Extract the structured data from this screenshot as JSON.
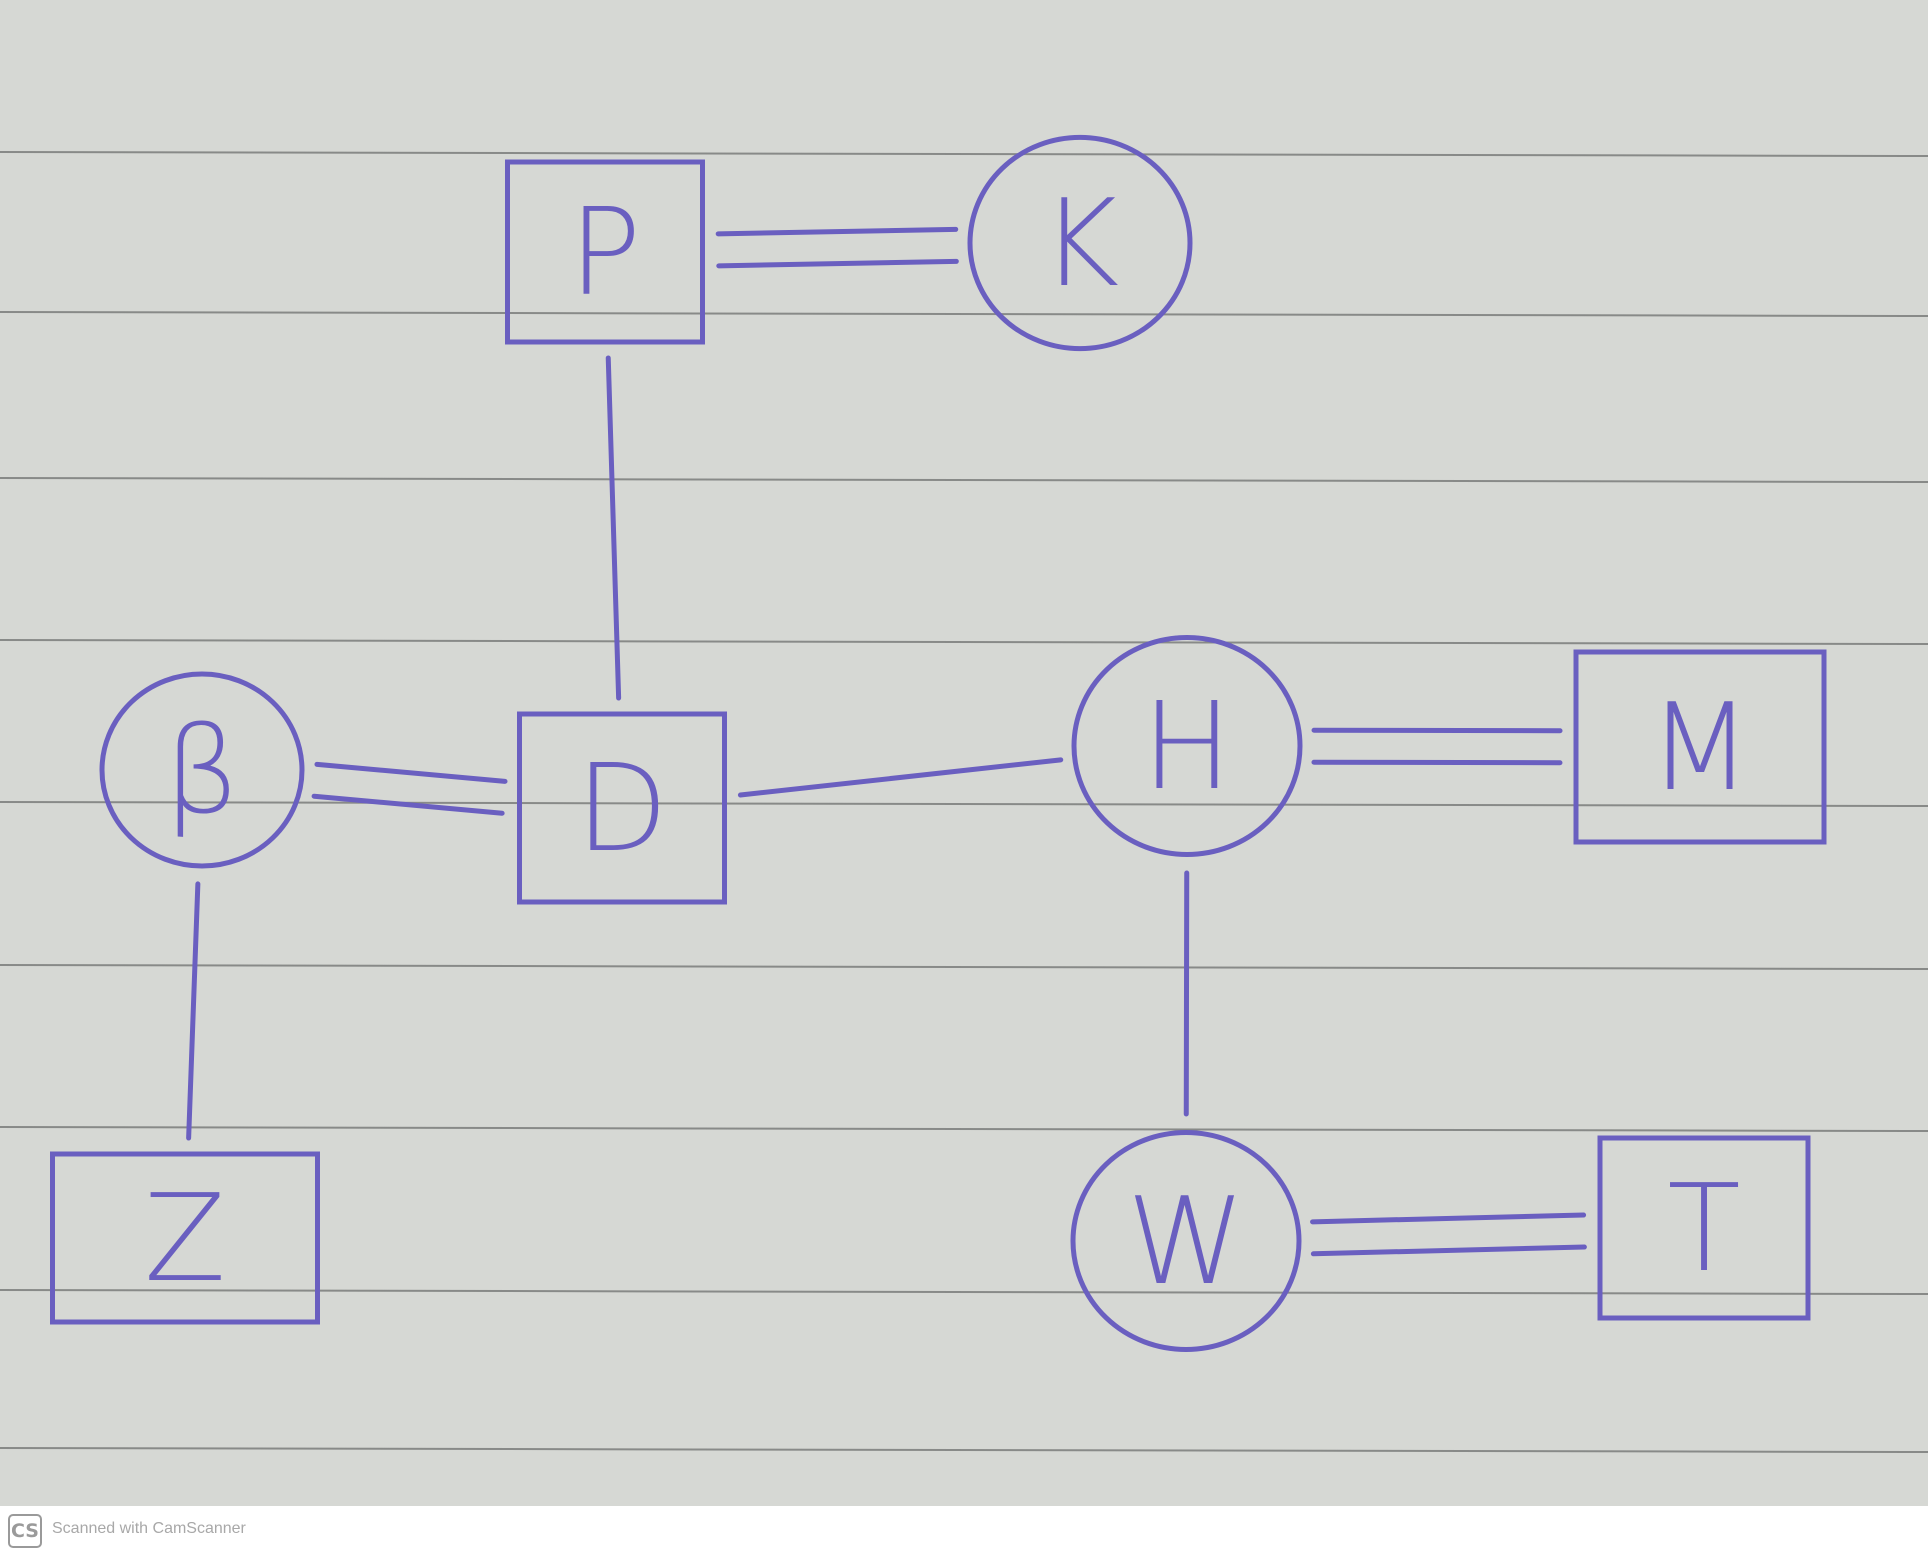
{
  "diagram": {
    "ink_color": "#6a5fc0",
    "paper_color": "#d6d8d4",
    "rule_color": "#6f716f",
    "nodes": [
      {
        "id": "P",
        "label": "P",
        "shape": "box"
      },
      {
        "id": "K",
        "label": "K",
        "shape": "circle"
      },
      {
        "id": "B",
        "label": "β",
        "shape": "circle"
      },
      {
        "id": "D",
        "label": "D",
        "shape": "box"
      },
      {
        "id": "H",
        "label": "H",
        "shape": "circle"
      },
      {
        "id": "M",
        "label": "M",
        "shape": "box"
      },
      {
        "id": "Z",
        "label": "Z",
        "shape": "box"
      },
      {
        "id": "W",
        "label": "W",
        "shape": "circle"
      },
      {
        "id": "T",
        "label": "T",
        "shape": "box"
      }
    ],
    "edges": [
      {
        "from": "P",
        "to": "K",
        "type": "double"
      },
      {
        "from": "P",
        "to": "D",
        "type": "single"
      },
      {
        "from": "B",
        "to": "D",
        "type": "double"
      },
      {
        "from": "D",
        "to": "H",
        "type": "single"
      },
      {
        "from": "H",
        "to": "M",
        "type": "double"
      },
      {
        "from": "B",
        "to": "Z",
        "type": "single"
      },
      {
        "from": "H",
        "to": "W",
        "type": "single"
      },
      {
        "from": "W",
        "to": "T",
        "type": "double"
      }
    ]
  },
  "watermark": {
    "logo": "CS",
    "text": "Scanned with CamScanner"
  }
}
